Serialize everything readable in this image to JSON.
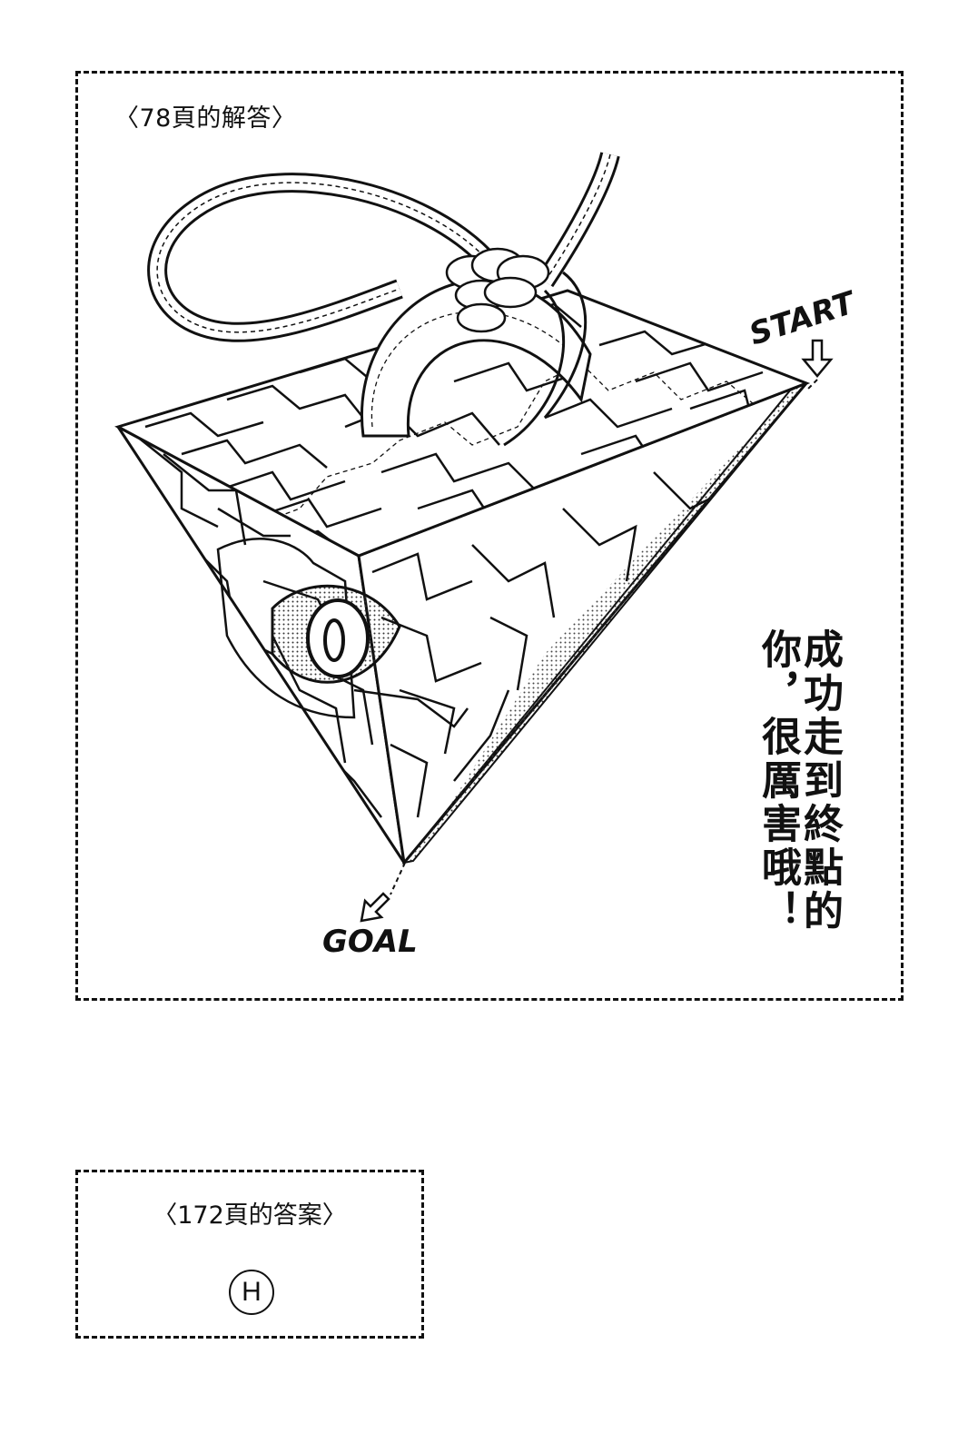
{
  "solution_label": "〈78頁的解答〉",
  "maze": {
    "start_label": "START",
    "goal_label": "GOAL",
    "icons": [
      "millennium-puzzle-maze",
      "eye-of-horus",
      "arrow-down-left"
    ]
  },
  "message": {
    "line1": "成功走到終點的",
    "line2": "你，很厲害哦！"
  },
  "answer_label": "〈172頁的答案〉",
  "answer_value": "H"
}
